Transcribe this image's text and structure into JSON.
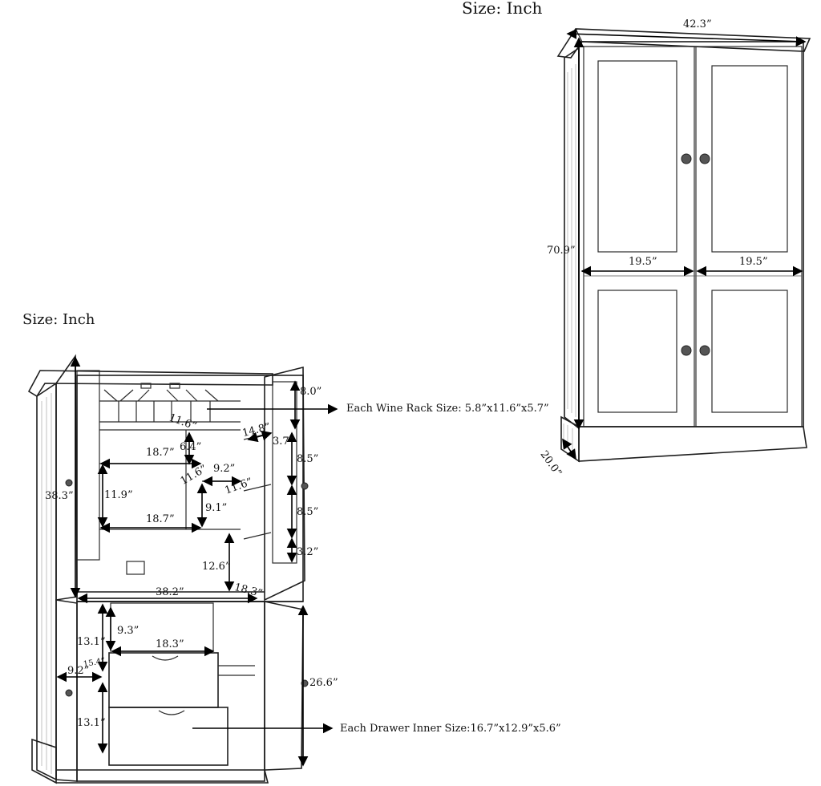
{
  "closed_view": {
    "title": "Size: Inch",
    "width": "42.3”",
    "height": "70.9”",
    "door_width_left": "19.5”",
    "door_width_right": "19.5”",
    "depth": "20.0”"
  },
  "open_view": {
    "title": "Size: Inch",
    "upper_height": "38.3”",
    "rack_top": "8.0”",
    "rack_depth": "11.6”",
    "shelf_width_top": "18.7”",
    "shelf_gap_small": "6.4”",
    "door_shelf_width": "14.8”",
    "door_shelf_depth": "3.7”",
    "door_shelf_gap_1": "8.5”",
    "side_shelf_width": "9.2”",
    "side_depth_1": "11.6”",
    "side_depth_2": "11.6”",
    "shelf_height": "11.9”",
    "side_height": "9.1”",
    "door_shelf_gap_2": "8.5”",
    "shelf_width_bottom": "18.7”",
    "door_shelf_gap_3": "3.2”",
    "open_height": "12.6”",
    "counter_width": "38.2”",
    "counter_depth": "18.3”",
    "drawer_gap": "9.3”",
    "drawer_width": "18.3”",
    "cab_height_1": "13.1”",
    "cab_width": "9.2”",
    "cab_depth": "15.4”",
    "cab_height_2": "13.1”",
    "lower_height": "26.6”"
  },
  "notes": {
    "wine_rack": "Each Wine Rack Size: 5.8”x11.6”x5.7”",
    "drawer": "Each Drawer Inner Size:16.7”x12.9”x5.6”"
  }
}
